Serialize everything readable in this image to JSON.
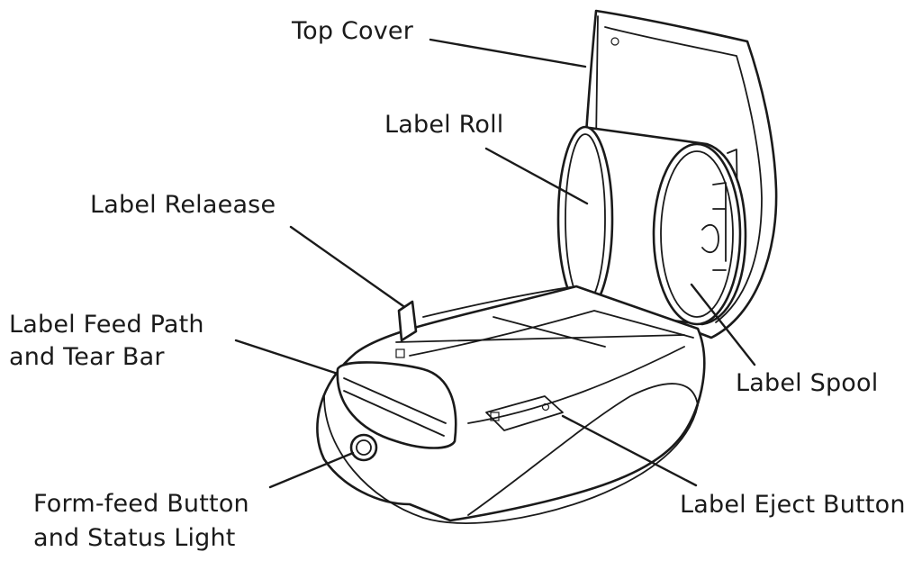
{
  "labels": {
    "top_cover": "Top Cover",
    "label_roll": "Label Roll",
    "label_release": "Label Relaease",
    "label_feed_path_line1": "Label Feed Path",
    "label_feed_path_line2": "and Tear Bar",
    "label_spool": "Label Spool",
    "form_feed_line1": "Form-feed Button",
    "form_feed_line2": "and Status Light",
    "label_eject": "Label Eject Button"
  }
}
